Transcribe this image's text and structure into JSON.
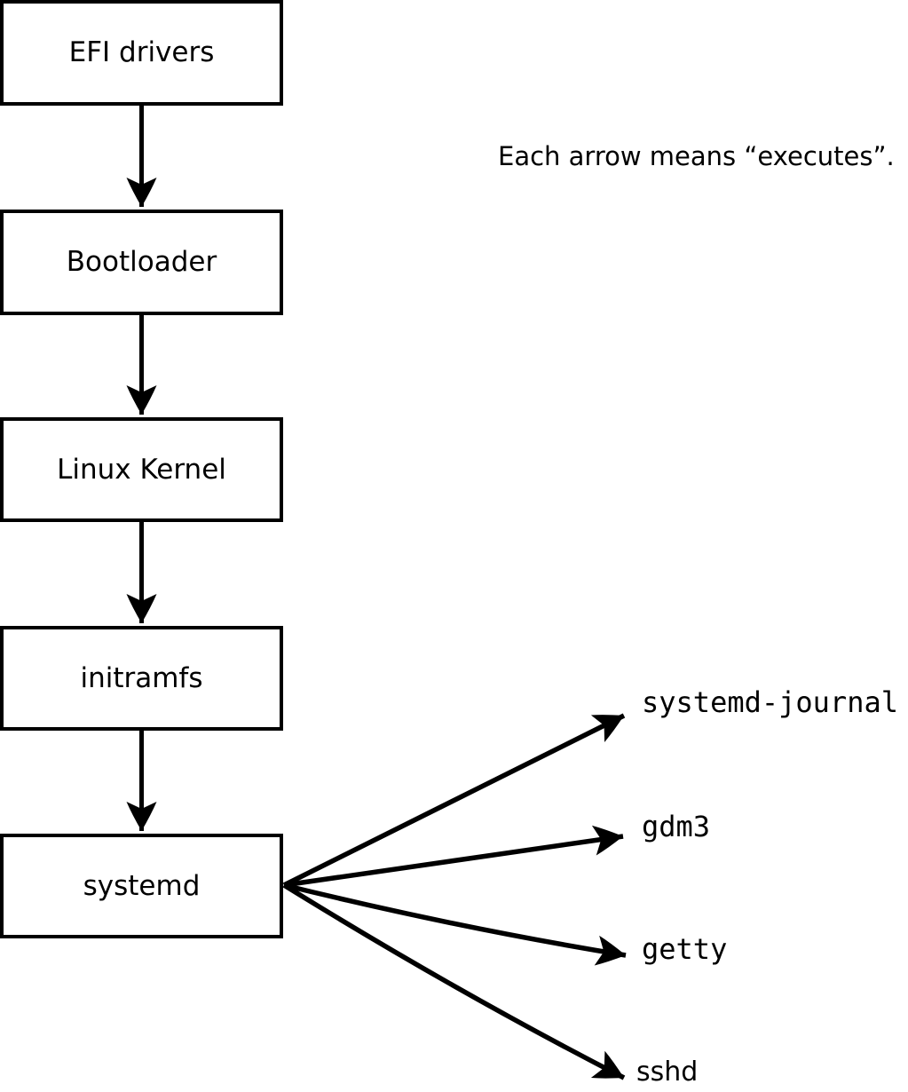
{
  "diagram": {
    "annotation": "Each arrow means “executes”.",
    "boot_chain": {
      "boxes": [
        "EFI drivers",
        "Bootloader",
        "Linux Kernel",
        "initramfs",
        "systemd"
      ]
    },
    "spawned_processes": {
      "labels": [
        "systemd-journal",
        "gdm3",
        "getty",
        "sshd"
      ]
    },
    "edges": [
      {
        "from": "EFI drivers",
        "to": "Bootloader"
      },
      {
        "from": "Bootloader",
        "to": "Linux Kernel"
      },
      {
        "from": "Linux Kernel",
        "to": "initramfs"
      },
      {
        "from": "initramfs",
        "to": "systemd"
      },
      {
        "from": "systemd",
        "to": "systemd-journal"
      },
      {
        "from": "systemd",
        "to": "gdm3"
      },
      {
        "from": "systemd",
        "to": "getty"
      },
      {
        "from": "systemd",
        "to": "sshd"
      }
    ],
    "colors": {
      "foreground": "#000000",
      "background": "#ffffff",
      "box_fill": "#ffffff"
    }
  }
}
